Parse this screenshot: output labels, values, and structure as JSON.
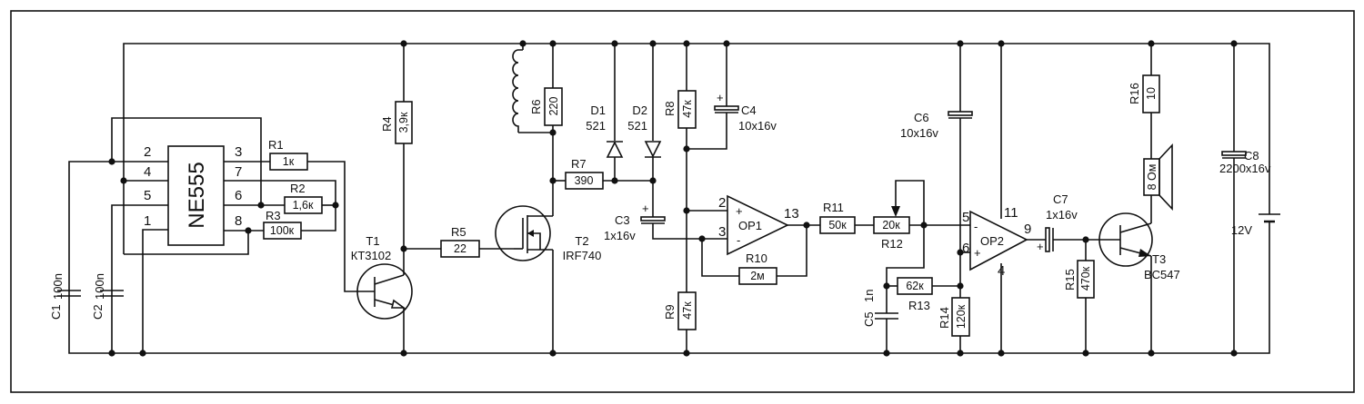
{
  "ic": {
    "name": "NE555",
    "pins_left": [
      "2",
      "4",
      "5",
      "1"
    ],
    "pins_right": [
      "3",
      "7",
      "6",
      "8"
    ]
  },
  "components": {
    "R1": {
      "ref": "R1",
      "value": "1к"
    },
    "R2": {
      "ref": "R2",
      "value": "1,6к"
    },
    "R3": {
      "ref": "R3",
      "value": "100к"
    },
    "R4": {
      "ref": "R4",
      "value": "3,9к"
    },
    "R5": {
      "ref": "R5",
      "value": "22"
    },
    "R6": {
      "ref": "R6",
      "value": "220"
    },
    "R7": {
      "ref": "R7",
      "value": "390"
    },
    "R8": {
      "ref": "R8",
      "value": "47к"
    },
    "R9": {
      "ref": "R9",
      "value": "47к"
    },
    "R10": {
      "ref": "R10",
      "value": "2м"
    },
    "R11": {
      "ref": "R11",
      "value": "50к"
    },
    "R12": {
      "ref": "R12",
      "value": "20к"
    },
    "R13": {
      "ref": "R13",
      "value": "62к"
    },
    "R14": {
      "ref": "R14",
      "value": "120к"
    },
    "R15": {
      "ref": "R15",
      "value": "470к"
    },
    "R16": {
      "ref": "R16",
      "value": "10"
    },
    "C1": {
      "ref": "C1",
      "value": "100n"
    },
    "C2": {
      "ref": "C2",
      "value": "100n"
    },
    "C3": {
      "ref": "C3",
      "value": "1x16v"
    },
    "C4": {
      "ref": "C4",
      "value": "10x16v"
    },
    "C5": {
      "ref": "C5",
      "value": "1n"
    },
    "C6": {
      "ref": "C6",
      "value": "10x16v"
    },
    "C7": {
      "ref": "C7",
      "value": "1x16v"
    },
    "C8": {
      "ref": "C8",
      "value": "2200x16v"
    },
    "D1": {
      "ref": "D1",
      "value": "521"
    },
    "D2": {
      "ref": "D2",
      "value": "521"
    },
    "T1": {
      "ref": "T1",
      "value": "КТ3102"
    },
    "T2": {
      "ref": "T2",
      "value": "IRF740"
    },
    "T3": {
      "ref": "T3",
      "value": "BC547"
    },
    "speaker": {
      "value": "8 Ом"
    },
    "battery": {
      "value": "12V"
    }
  },
  "opamps": {
    "OP1": {
      "name": "OP1",
      "pin_plus": "2",
      "pin_minus": "3",
      "pin_out": "13",
      "plus": "+",
      "minus": "-"
    },
    "OP2": {
      "name": "OP2",
      "pin_plus": "6",
      "pin_minus": "5",
      "pin_out": "9",
      "pin_vcc": "11",
      "pin_gnd": "4",
      "plus": "+",
      "minus": "-"
    }
  },
  "polarity": "+"
}
